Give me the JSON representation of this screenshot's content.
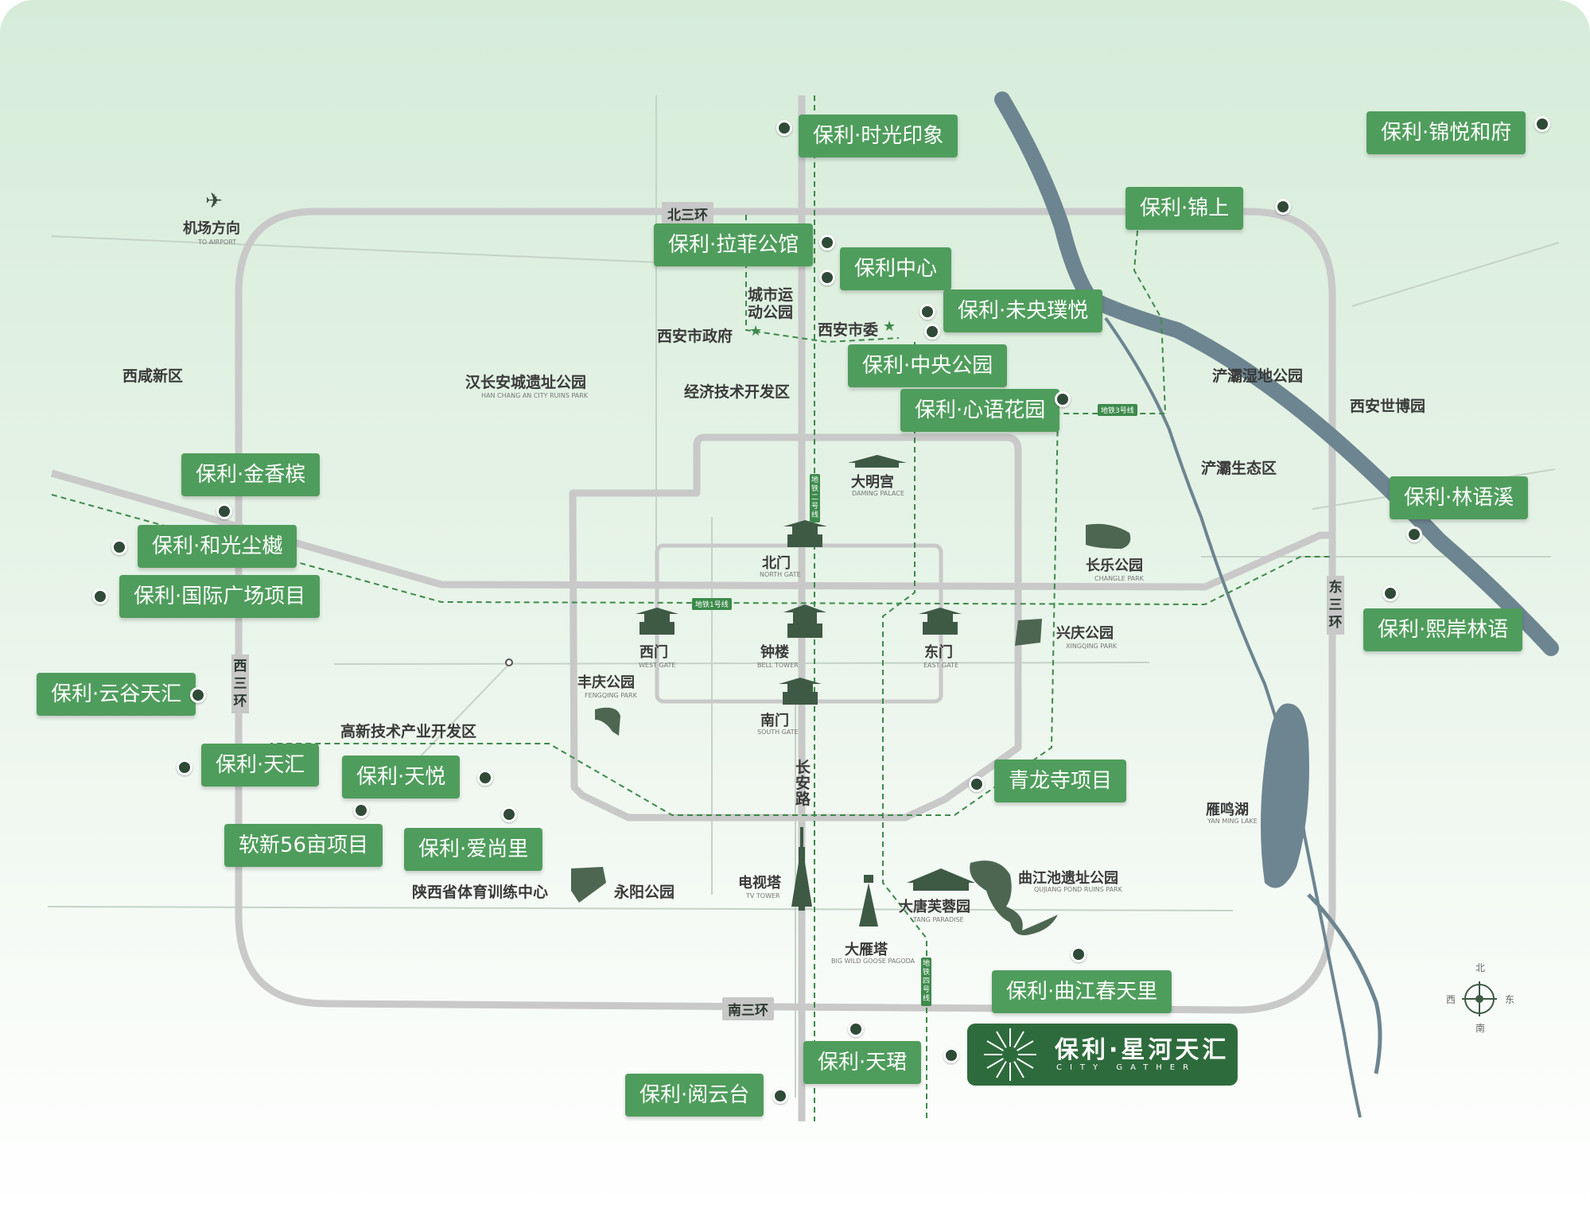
{
  "colors": {
    "tag_green": "#4f9d5c",
    "brand_dark_green": "#2e6b3c",
    "road_gray": "#c9c9c9",
    "river_slate": "#6d8590",
    "metro_green": "#3d8a4b"
  },
  "rings": {
    "north": "北三环",
    "south": "南三环",
    "west": "西三环",
    "east": "东三环"
  },
  "road": {
    "changan": "长安路"
  },
  "airport": {
    "label": "机场方向",
    "sub": "TO AIRPORT",
    "icon": "airplane-icon"
  },
  "districts": {
    "xixian": "西咸新区",
    "hanchangan": "汉长安城遗址公园",
    "hanchangan_en": "HAN CHANG AN CITY RUINS PARK",
    "jingji": "经济技术开发区",
    "gaoxin": "高新技术产业开发区",
    "chanba_wetland": "浐灞湿地公园",
    "expo": "西安世博园",
    "chanba_eco": "浐灞生态区",
    "city_park": "城市运动公园",
    "city_park_l1": "城市运",
    "city_park_l2": "动公园",
    "gov": "西安市政府",
    "committee": "西安市委",
    "sports_center": "陕西省体育训练中心"
  },
  "landmarks": [
    {
      "id": "daminggong",
      "name": "大明宫",
      "en": "DAMING PALACE"
    },
    {
      "id": "beimen",
      "name": "北门",
      "en": "NORTH GATE"
    },
    {
      "id": "ximen",
      "name": "西门",
      "en": "WEST GATE"
    },
    {
      "id": "zhonglou",
      "name": "钟楼",
      "en": "BELL TOWER"
    },
    {
      "id": "dongmen",
      "name": "东门",
      "en": "EAST GATE"
    },
    {
      "id": "nanmen",
      "name": "南门",
      "en": "SOUTH GATE"
    },
    {
      "id": "fengqing",
      "name": "丰庆公园",
      "en": "FENGQING PARK"
    },
    {
      "id": "changle",
      "name": "长乐公园",
      "en": "CHANGLE PARK"
    },
    {
      "id": "xingqing",
      "name": "兴庆公园",
      "en": "XINGQING PARK"
    },
    {
      "id": "dianshita",
      "name": "电视塔",
      "en": "TV TOWER"
    },
    {
      "id": "dayanta",
      "name": "大雁塔",
      "en": "BIG WILD GOOSE PAGODA"
    },
    {
      "id": "datang",
      "name": "大唐芙蓉园",
      "en": "TANG PARADISE"
    },
    {
      "id": "qujiang",
      "name": "曲江池遗址公园",
      "en": "QUJIANG POND RUINS PARK"
    },
    {
      "id": "yanming",
      "name": "雁鸣湖",
      "en": "YAN MING LAKE"
    },
    {
      "id": "yongyang",
      "name": "永阳公园",
      "en": ""
    }
  ],
  "metro": {
    "line1": "地铁1号线",
    "line2": "地铁二号线",
    "line3": "地铁3号线",
    "line4": "地铁四号线"
  },
  "projects": [
    {
      "id": "shiguang",
      "label": "保利·时光印象"
    },
    {
      "id": "jinyue",
      "label": "保利·锦悦和府"
    },
    {
      "id": "jinshang",
      "label": "保利·锦上"
    },
    {
      "id": "lafei",
      "label": "保利·拉菲公馆"
    },
    {
      "id": "zhongxin",
      "label": "保利中心"
    },
    {
      "id": "weiyang",
      "label": "保利·未央璞悦"
    },
    {
      "id": "zhongyang",
      "label": "保利·中央公园"
    },
    {
      "id": "xinyu",
      "label": "保利·心语花园"
    },
    {
      "id": "jinxiangbin",
      "label": "保利·金香槟"
    },
    {
      "id": "linyuxi",
      "label": "保利·林语溪"
    },
    {
      "id": "heguang",
      "label": "保利·和光尘樾"
    },
    {
      "id": "guoji",
      "label": "保利·国际广场项目"
    },
    {
      "id": "xian",
      "label": "保利·熙岸林语"
    },
    {
      "id": "yungu",
      "label": "保利·云谷天汇"
    },
    {
      "id": "tianhui",
      "label": "保利·天汇"
    },
    {
      "id": "tianyue",
      "label": "保利·天悦"
    },
    {
      "id": "qinglongsi",
      "label": "青龙寺项目"
    },
    {
      "id": "ruanxin",
      "label": "软新56亩项目"
    },
    {
      "id": "aishangli",
      "label": "保利·爱尚里"
    },
    {
      "id": "qujiangchun",
      "label": "保利·曲江春天里"
    },
    {
      "id": "tianjun",
      "label": "保利·天珺"
    },
    {
      "id": "yueyun",
      "label": "保利·阅云台"
    }
  ],
  "brand": {
    "name": "保利·星河天汇",
    "en": "CITY GATHER"
  },
  "compass": {
    "n": "北",
    "s": "南",
    "w": "西",
    "e": "东"
  }
}
